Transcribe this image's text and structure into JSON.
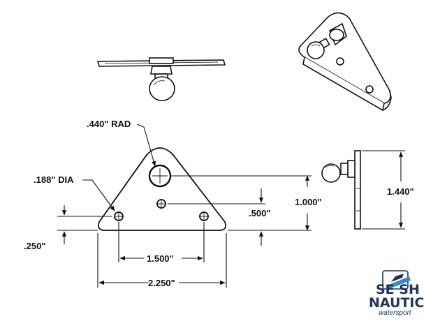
{
  "dimensions": {
    "rad": ".440\" RAD",
    "dia": ".188\" DIA",
    "height_total": "1.000\"",
    "height_mid": ".500\"",
    "height_side": "1.440\"",
    "base_offset": ".250\"",
    "hole_spacing": "1.500\"",
    "overall_width": "2.250\""
  },
  "logo": {
    "line1": "SE  SH",
    "line2": "NAUTIC",
    "line3": "watersport"
  },
  "colors": {
    "ink": "#111111",
    "logo": "#1d3557",
    "logo_accent": "#2a8bd8"
  }
}
